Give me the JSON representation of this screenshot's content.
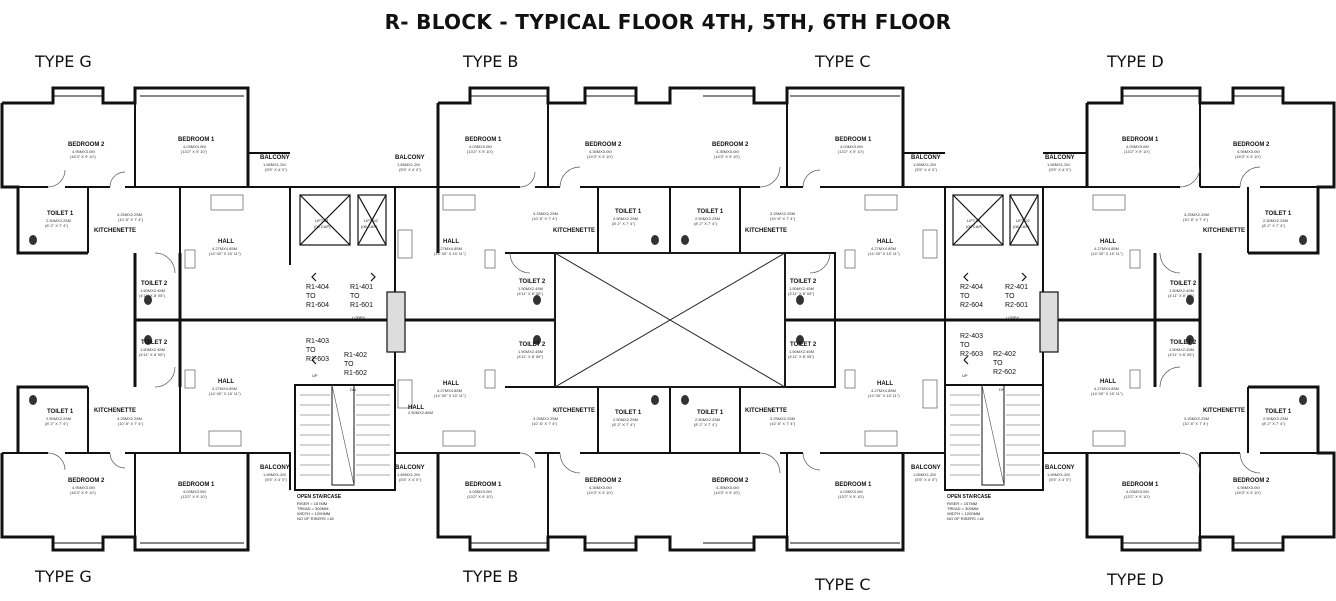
{
  "title": "R- BLOCK - TYPICAL FLOOR 4TH, 5TH, 6TH FLOOR",
  "type_labels": {
    "top_g": "TYPE G",
    "top_b": "TYPE B",
    "top_c": "TYPE C",
    "top_d": "TYPE D",
    "bottom_g": "TYPE G",
    "bottom_b": "TYPE B",
    "bottom_c": "TYPE C",
    "bottom_d": "TYPE D"
  },
  "rooms": {
    "bedroom_1": "BEDROOM 1",
    "bedroom_2": "BEDROOM 2",
    "bed1_size": "4.03MX3.0M",
    "bed1_imp": "(13'2\" X 9' 10')",
    "bed2_size_g": "4.95MX3.0M",
    "bed2_imp_g": "(16'3\" X 9' 10')",
    "bed2_size_b": "4.35MX3.0M",
    "bed2_imp_b": "(14'3\" X 9' 10')",
    "toilet_1": "TOILET 1",
    "toilet_1_size": "2.50MX2.25M",
    "toilet_1_imp": "(8' 2\" X 7' 4\")",
    "toilet_2": "TOILET 2",
    "toilet_2_size": "1.50MX2.45M",
    "toilet_2_imp": "(4'11\" X 8' 05\")",
    "kitchenette": "KITCHENETTE",
    "kitchen_size": "3.25MX2.25M",
    "kitchen_imp": "(10' 8\" X 7' 4\")",
    "hall": "HALL",
    "hall_size": "4.27MX4.85M",
    "hall_imp": "(14' 00\" X 15' 11\")",
    "balcony": "BALCONY",
    "balcony_size": "1.65MX1.2M",
    "balcony_imp": "(5'5\" X 4' 0\")",
    "lift_1": "LIFT 01",
    "lift_2": "LIFT 02",
    "lift_cap": "(08 CAP)",
    "lobby": "LOBBY",
    "up": "UP",
    "dn": "DN",
    "hall_small": "HALL",
    "hall_small_size": "2.50MX2.86M"
  },
  "flats_r1": {
    "a_code": "R1-404",
    "a_to": "TO",
    "a_end": "R1-604",
    "b_code": "R1-401",
    "b_to": "TO",
    "b_end": "R1-601",
    "c_code": "R1-403",
    "c_to": "TO",
    "c_end": "R1-603",
    "d_code": "R1-402",
    "d_to": "TO",
    "d_end": "R1-602"
  },
  "flats_r2": {
    "a_code": "R2-404",
    "a_to": "TO",
    "a_end": "R2-604",
    "b_code": "R2-401",
    "b_to": "TO",
    "b_end": "R2-601",
    "c_code": "R2-403",
    "c_to": "TO",
    "c_end": "R2-603",
    "d_code": "R2-402",
    "d_to": "TO",
    "d_end": "R2-602"
  },
  "staircase": {
    "title": "OPEN STAIRCASE",
    "riser": "RISER = 157MM",
    "tread": "TREAD = 300MM",
    "width": "WIDTH = 1200MM",
    "risers": "NO OF RISERS =18"
  },
  "colors": {
    "wall": "#111111",
    "line": "#333333",
    "background": "#ffffff"
  }
}
